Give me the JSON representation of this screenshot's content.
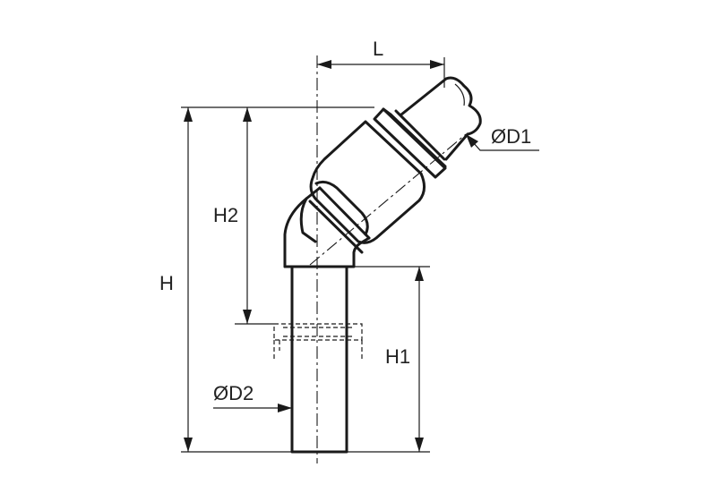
{
  "labels": {
    "L": "L",
    "H": "H",
    "H1": "H1",
    "H2": "H2",
    "D1": "ØD1",
    "D2": "ØD2"
  }
}
